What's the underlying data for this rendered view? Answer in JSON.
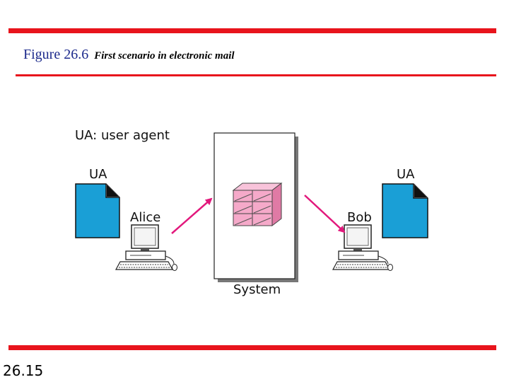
{
  "header": {
    "figure_number": "Figure 26.6",
    "caption": "First scenario in electronic mail"
  },
  "diagram": {
    "legend": "UA: user agent",
    "left_ua_label": "UA",
    "right_ua_label": "UA",
    "sender_label": "Alice",
    "receiver_label": "Bob",
    "system_label": "System"
  },
  "footer": {
    "page_number": "26.15"
  },
  "colors": {
    "accent_rule": "#e8141c",
    "document_fill": "#1a9fd6",
    "mailbox_fill": "#f5a9c9",
    "arrow": "#e2187c"
  }
}
